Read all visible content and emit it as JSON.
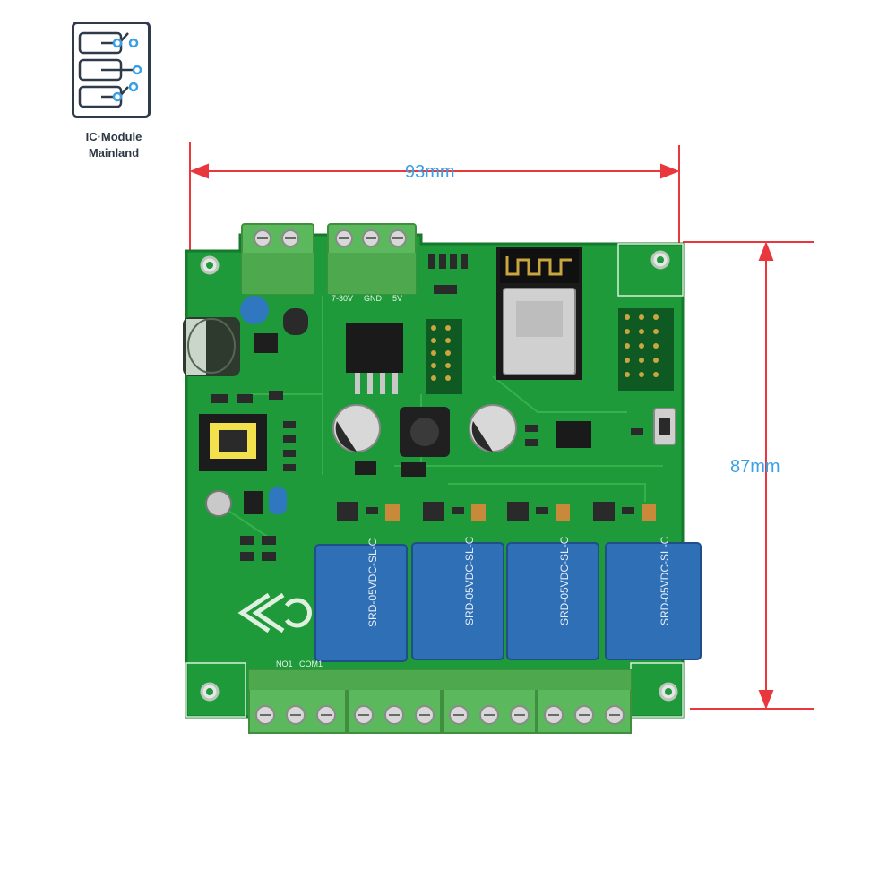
{
  "brand": {
    "line1": "IC·Module",
    "line2": "Mainland"
  },
  "dimensions": {
    "width_label": "93mm",
    "height_label": "87mm"
  },
  "colors": {
    "pcb": "#1f9a3a",
    "pcb_dark": "#157a2b",
    "terminal": "#5cb85c",
    "relay": "#2f6fb5",
    "dimension_line": "#e8383d",
    "dimension_text": "#3aa0e6"
  },
  "board": {
    "input_labels": [
      "7-30V",
      "GND",
      "5V"
    ],
    "relay_marking": "SRD-05VDC-SL-C",
    "relay_count": 4,
    "relay_terminal_labels": [
      "NO1",
      "COM1"
    ],
    "icons": [
      "circuit-logo-icon",
      "manufacturer-logo-icon"
    ]
  }
}
